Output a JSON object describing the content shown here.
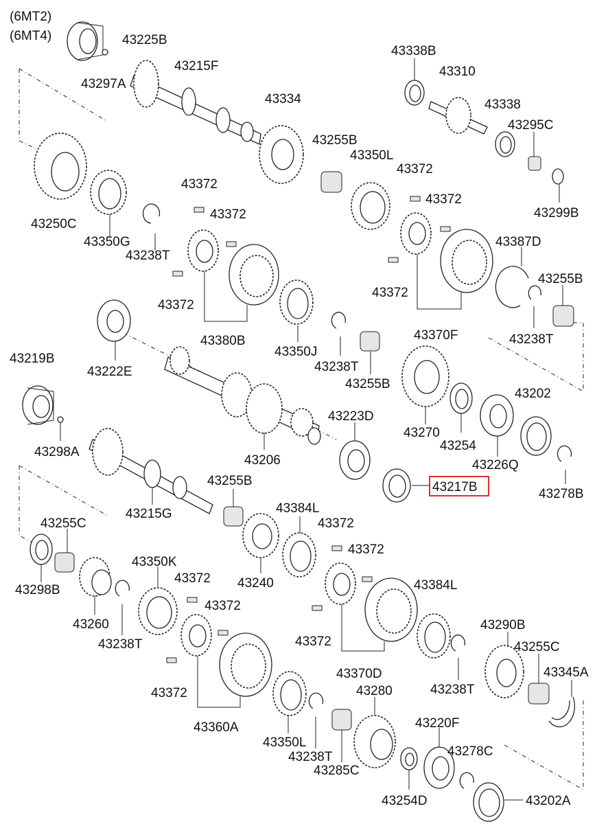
{
  "variants": [
    "(6MT2)",
    "(6MT4)"
  ],
  "highlighted_part": "43217B",
  "labels": [
    "43225B",
    "43297A",
    "43215F",
    "43334",
    "43255B",
    "43350L",
    "43338B",
    "43310",
    "43338",
    "43295C",
    "43299B",
    "43250C",
    "43350G",
    "43238T",
    "43372",
    "43372",
    "43372",
    "43380B",
    "43350J",
    "43238T",
    "43255B",
    "43372",
    "43372",
    "43372",
    "43370F",
    "43387D",
    "43255B",
    "43238T",
    "43219B",
    "43222E",
    "43206",
    "43223D",
    "43270",
    "43254",
    "43226Q",
    "43202",
    "43278B",
    "43298A",
    "43217B",
    "43215G",
    "43255B",
    "43384L",
    "43372",
    "43372",
    "43255C",
    "43298B",
    "43260",
    "43238T",
    "43350K",
    "43372",
    "43372",
    "43240",
    "43384L",
    "43372",
    "43370D",
    "43372",
    "43360A",
    "43350L",
    "43238T",
    "43280",
    "43285C",
    "43290B",
    "43255C",
    "43345A",
    "43238T",
    "43220F",
    "43278C",
    "43254D",
    "43202A"
  ]
}
